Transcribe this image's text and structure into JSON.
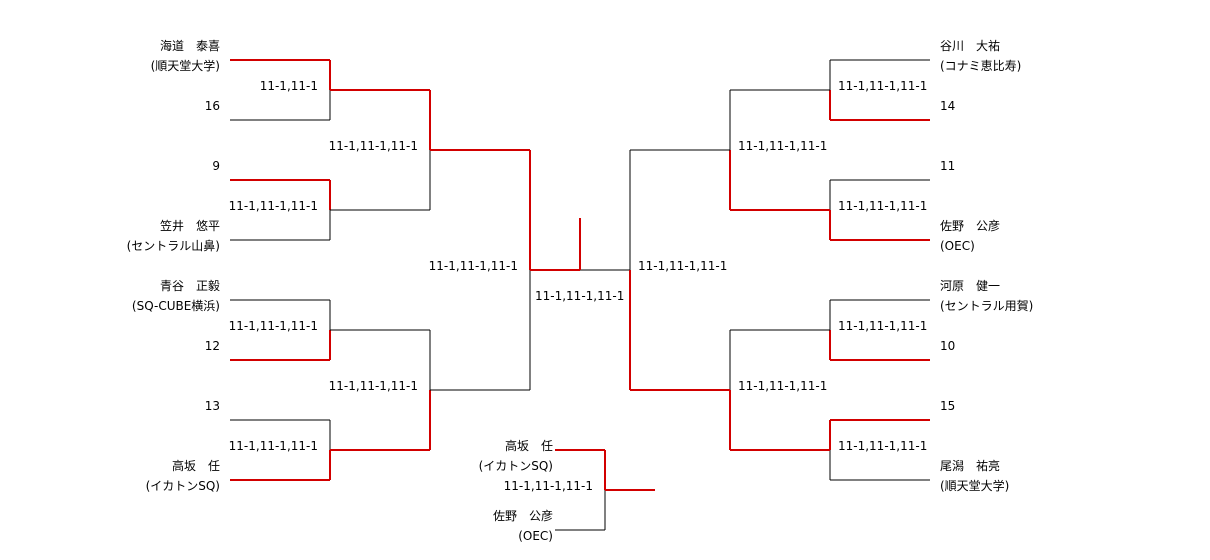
{
  "colors": {
    "win_line": "#d20000",
    "line": "#000000",
    "text": "#000000"
  },
  "players": {
    "p1": {
      "name": "海道　泰喜",
      "club": "(順天堂大学)"
    },
    "p2": {
      "seed": "16"
    },
    "p3": {
      "seed": "9"
    },
    "p4": {
      "name": "笠井　悠平",
      "club": "(セントラル山鼻)"
    },
    "p5": {
      "name": "青谷　正毅",
      "club": "(SQ-CUBE横浜)"
    },
    "p6": {
      "seed": "12"
    },
    "p7": {
      "seed": "13"
    },
    "p8": {
      "name": "高坂　任",
      "club": "(イカトンSQ)"
    },
    "p9": {
      "name": "谷川　大祐",
      "club": "(コナミ恵比寿)"
    },
    "p10": {
      "seed": "14"
    },
    "p11": {
      "seed": "11"
    },
    "p12": {
      "name": "佐野　公彦",
      "club": "(OEC)"
    },
    "p13": {
      "name": "河原　健一",
      "club": "(セントラル用賀)"
    },
    "p14": {
      "seed": "10"
    },
    "p15": {
      "seed": "15"
    },
    "p16": {
      "name": "尾潟　祐亮",
      "club": "(順天堂大学)"
    },
    "p17": {
      "name": "高坂　任",
      "club": "(イカトンSQ)"
    },
    "p18": {
      "name": "佐野　公彦",
      "club": "(OEC)"
    }
  },
  "scores": {
    "l_r1_1": "11-1,11-1",
    "l_r1_2": "11-1,11-1,11-1",
    "l_r1_3": "11-1,11-1,11-1",
    "l_r1_4": "11-1,11-1,11-1",
    "l_r2_1": "11-1,11-1,11-1",
    "l_r2_2": "11-1,11-1,11-1",
    "l_sf": "11-1,11-1,11-1",
    "r_r1_1": "11-1,11-1,11-1",
    "r_r1_2": "11-1,11-1,11-1",
    "r_r1_3": "11-1,11-1,11-1",
    "r_r1_4": "11-1,11-1,11-1",
    "r_r2_1": "11-1,11-1,11-1",
    "r_r2_2": "11-1,11-1,11-1",
    "r_sf": "11-1,11-1,11-1",
    "final": "11-1,11-1,11-1",
    "third": "11-1,11-1,11-1"
  }
}
